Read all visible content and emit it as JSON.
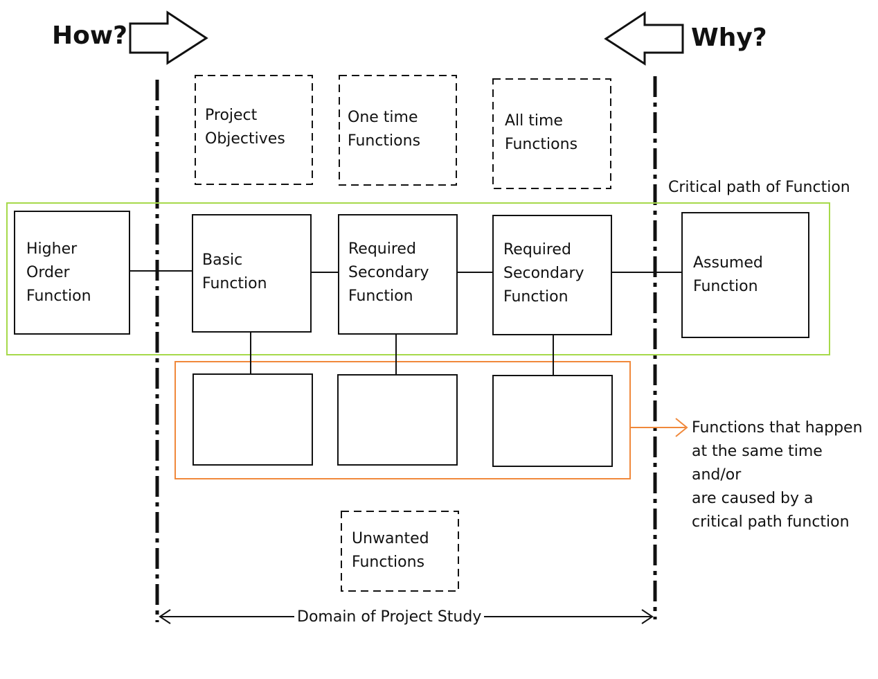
{
  "header": {
    "how_label": "How?",
    "why_label": "Why?"
  },
  "dashed_boxes": {
    "project_objectives": "Project\nObjectives",
    "one_time_functions": "One time\nFunctions",
    "all_time_functions": "All time\nFunctions",
    "unwanted_functions": "Unwanted\nFunctions"
  },
  "critical_path": {
    "label": "Critical path of Function",
    "higher_order": "Higher\nOrder\nFunction",
    "basic": "Basic\nFunction",
    "required_secondary_1": "Required\nSecondary\nFunction",
    "required_secondary_2": "Required\nSecondary\nFunction",
    "assumed": "Assumed\nFunction"
  },
  "concurrent": {
    "label": "Functions that happen\nat the same time\nand/or\nare caused by a\ncritical path function"
  },
  "domain": {
    "label": "Domain of Project Study"
  },
  "colors": {
    "critical_path_frame": "#a6d94a",
    "concurrent_frame": "#f0883a",
    "lines": "#111111"
  }
}
